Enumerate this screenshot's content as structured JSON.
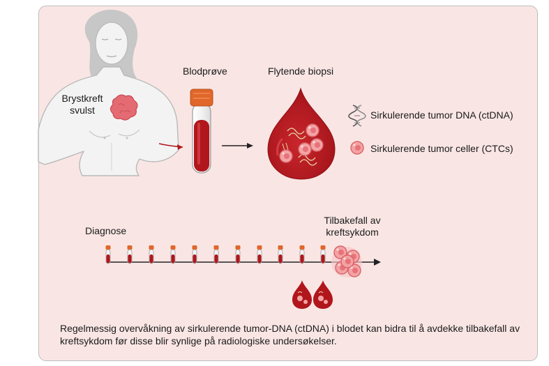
{
  "labels": {
    "tumor": [
      "Brystkreft",
      "svulst"
    ],
    "blood_sample": "Blodprøve",
    "liquid_biopsy": "Flytende biopsi",
    "diagnosis": "Diagnose",
    "relapse": [
      "Tilbakefall av",
      "kreftsykdom"
    ]
  },
  "legend": [
    {
      "icon": "dna-icon",
      "text": "Sirkulerende tumor DNA (ctDNA)"
    },
    {
      "icon": "tumor-cell-icon",
      "text": "Sirkulerende tumor celler (CTCs)"
    }
  ],
  "caption": "Regelmessig overvåkning av sirkulerende tumor-DNA (ctDNA) i blodet kan bidra til å avdekke tilbakefall av kreftsykdom før disse blir synlige på radiologiske undersøkelser.",
  "colors": {
    "panel_bg": "#f9e6e4",
    "blood": "#b0161c",
    "tube_cap": "#e0662a",
    "skin": "#f3f3f3",
    "hair": "#c7c7c7",
    "tumor": "#e56b73"
  }
}
